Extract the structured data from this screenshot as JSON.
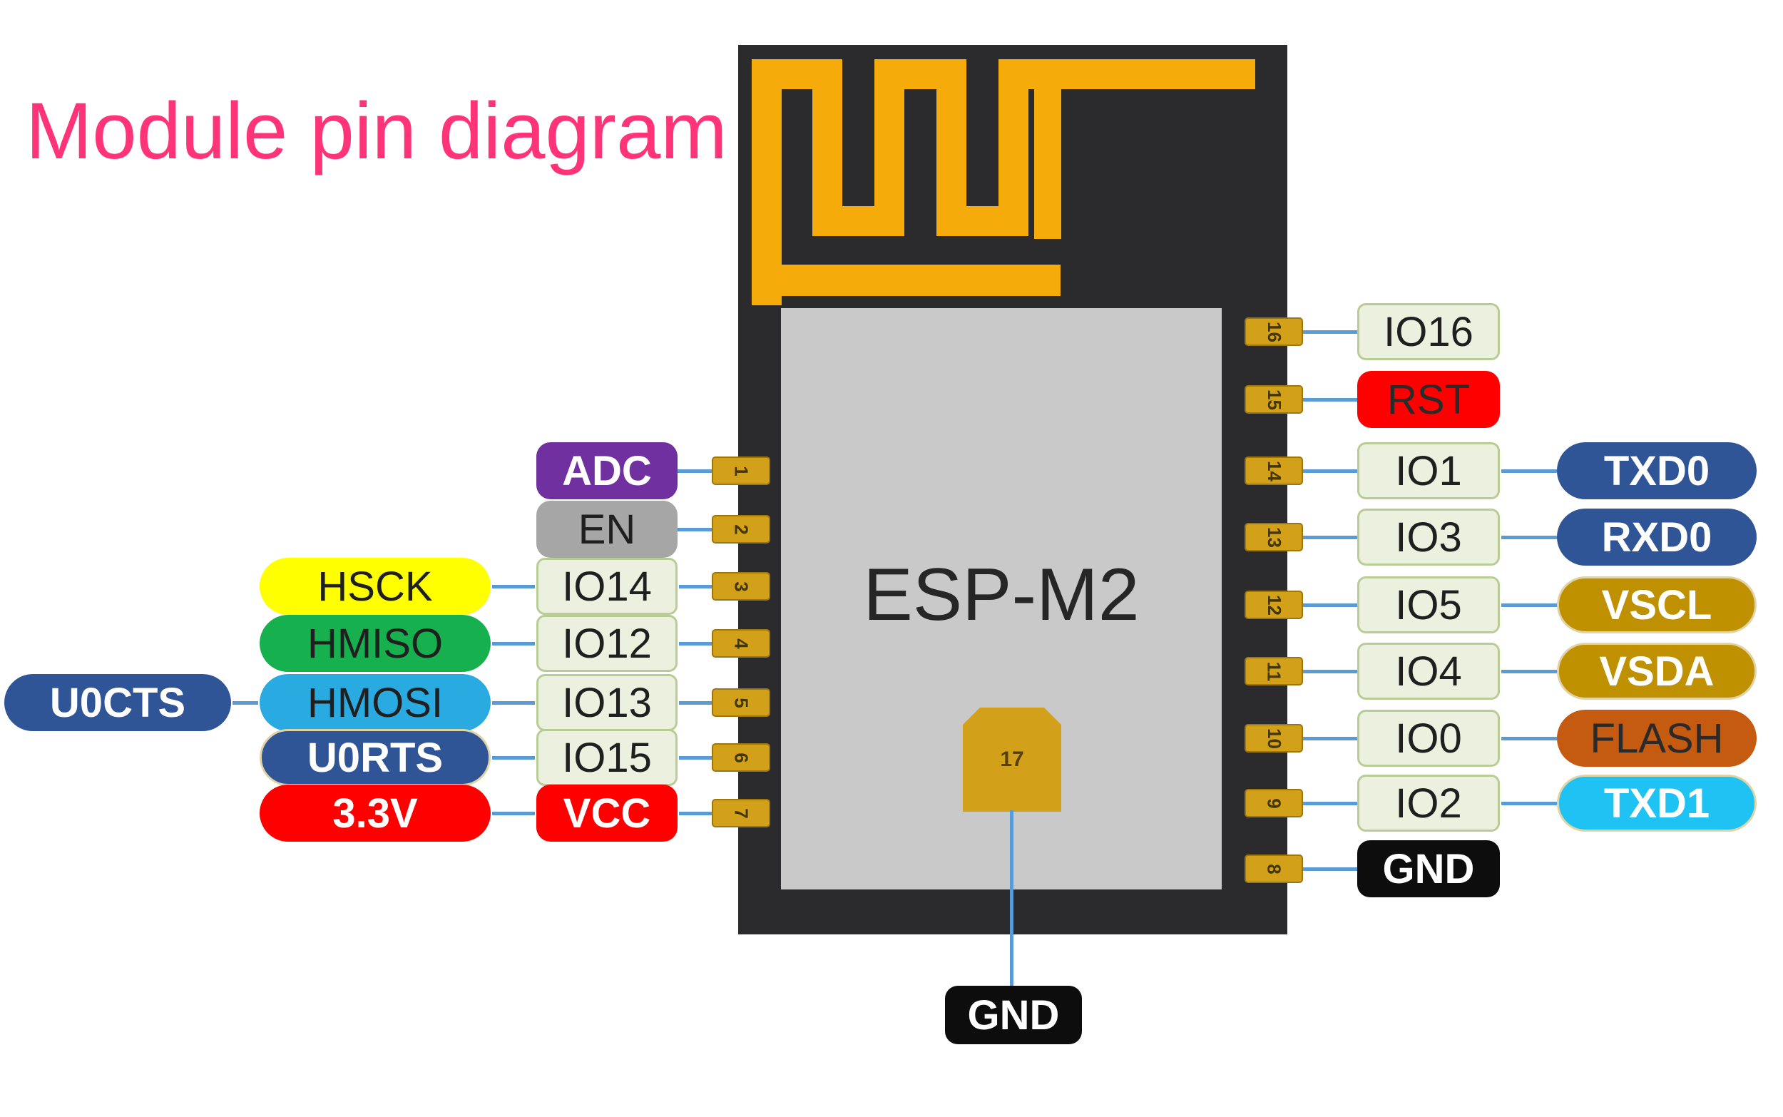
{
  "title": {
    "text": "Module pin diagram",
    "color": "#FF3377"
  },
  "module": {
    "name": "ESP-M2",
    "body_color": "#2B2B2D",
    "antenna_color": "#F5AC0A",
    "pad_color": "#D2A019",
    "chip_color": "#C9C9C9",
    "wire_color": "#5B9BD5",
    "center_pad": {
      "number": "17",
      "label": "GND",
      "label_bg": "#0D0D0D",
      "label_fg": "#FFFFFF"
    }
  },
  "left_pins": [
    {
      "number": "1",
      "labels": [
        {
          "text": "ADC",
          "bg": "#7030A0",
          "fg": "#FFFFFF"
        }
      ]
    },
    {
      "number": "2",
      "labels": [
        {
          "text": "EN",
          "bg": "#A6A6A6",
          "fg": "#1F1F1F"
        }
      ]
    },
    {
      "number": "3",
      "labels": [
        {
          "text": "IO14",
          "bg": "#EBF1DE",
          "fg": "#1F1F1F"
        },
        {
          "text": "HSCK",
          "bg": "#FFFF00",
          "fg": "#1F1F1F"
        }
      ]
    },
    {
      "number": "4",
      "labels": [
        {
          "text": "IO12",
          "bg": "#EBF1DE",
          "fg": "#1F1F1F"
        },
        {
          "text": "HMISO",
          "bg": "#17B04E",
          "fg": "#1F1F1F"
        }
      ]
    },
    {
      "number": "5",
      "labels": [
        {
          "text": "IO13",
          "bg": "#EBF1DE",
          "fg": "#1F1F1F"
        },
        {
          "text": "HMOSI",
          "bg": "#29ABE2",
          "fg": "#1F1F1F"
        },
        {
          "text": "U0CTS",
          "bg": "#2F5597",
          "fg": "#FFFFFF"
        }
      ]
    },
    {
      "number": "6",
      "labels": [
        {
          "text": "IO15",
          "bg": "#EBF1DE",
          "fg": "#1F1F1F"
        },
        {
          "text": "U0RTS",
          "bg": "#2F5597",
          "fg": "#FFFFFF"
        }
      ]
    },
    {
      "number": "7",
      "labels": [
        {
          "text": "VCC",
          "bg": "#FE0000",
          "fg": "#FFFFFF"
        },
        {
          "text": "3.3V",
          "bg": "#FE0000",
          "fg": "#FFFFFF"
        }
      ]
    }
  ],
  "right_pins": [
    {
      "number": "16",
      "labels": [
        {
          "text": "IO16",
          "bg": "#EBF1DE",
          "fg": "#1F1F1F"
        }
      ]
    },
    {
      "number": "15",
      "labels": [
        {
          "text": "RST",
          "bg": "#FE0000",
          "fg": "#2A2A2A"
        }
      ]
    },
    {
      "number": "14",
      "labels": [
        {
          "text": "IO1",
          "bg": "#EBF1DE",
          "fg": "#1F1F1F"
        },
        {
          "text": "TXD0",
          "bg": "#2F5597",
          "fg": "#FFFFFF"
        }
      ]
    },
    {
      "number": "13",
      "labels": [
        {
          "text": "IO3",
          "bg": "#EBF1DE",
          "fg": "#1F1F1F"
        },
        {
          "text": "RXD0",
          "bg": "#2F5597",
          "fg": "#FFFFFF"
        }
      ]
    },
    {
      "number": "12",
      "labels": [
        {
          "text": "IO5",
          "bg": "#EBF1DE",
          "fg": "#1F1F1F"
        },
        {
          "text": "VSCL",
          "bg": "#BF9000",
          "fg": "#FFFFFF"
        }
      ]
    },
    {
      "number": "11",
      "labels": [
        {
          "text": "IO4",
          "bg": "#EBF1DE",
          "fg": "#1F1F1F"
        },
        {
          "text": "VSDA",
          "bg": "#BF9000",
          "fg": "#FFFFFF"
        }
      ]
    },
    {
      "number": "10",
      "labels": [
        {
          "text": "IO0",
          "bg": "#EBF1DE",
          "fg": "#1F1F1F"
        },
        {
          "text": "FLASH",
          "bg": "#C55A11",
          "fg": "#2A2A2A"
        }
      ]
    },
    {
      "number": "9",
      "labels": [
        {
          "text": "IO2",
          "bg": "#EBF1DE",
          "fg": "#1F1F1F"
        },
        {
          "text": "TXD1",
          "bg": "#1FC3F3",
          "fg": "#FFFFFF"
        }
      ]
    },
    {
      "number": "8",
      "labels": [
        {
          "text": "GND",
          "bg": "#0D0D0D",
          "fg": "#FFFFFF"
        }
      ]
    }
  ]
}
